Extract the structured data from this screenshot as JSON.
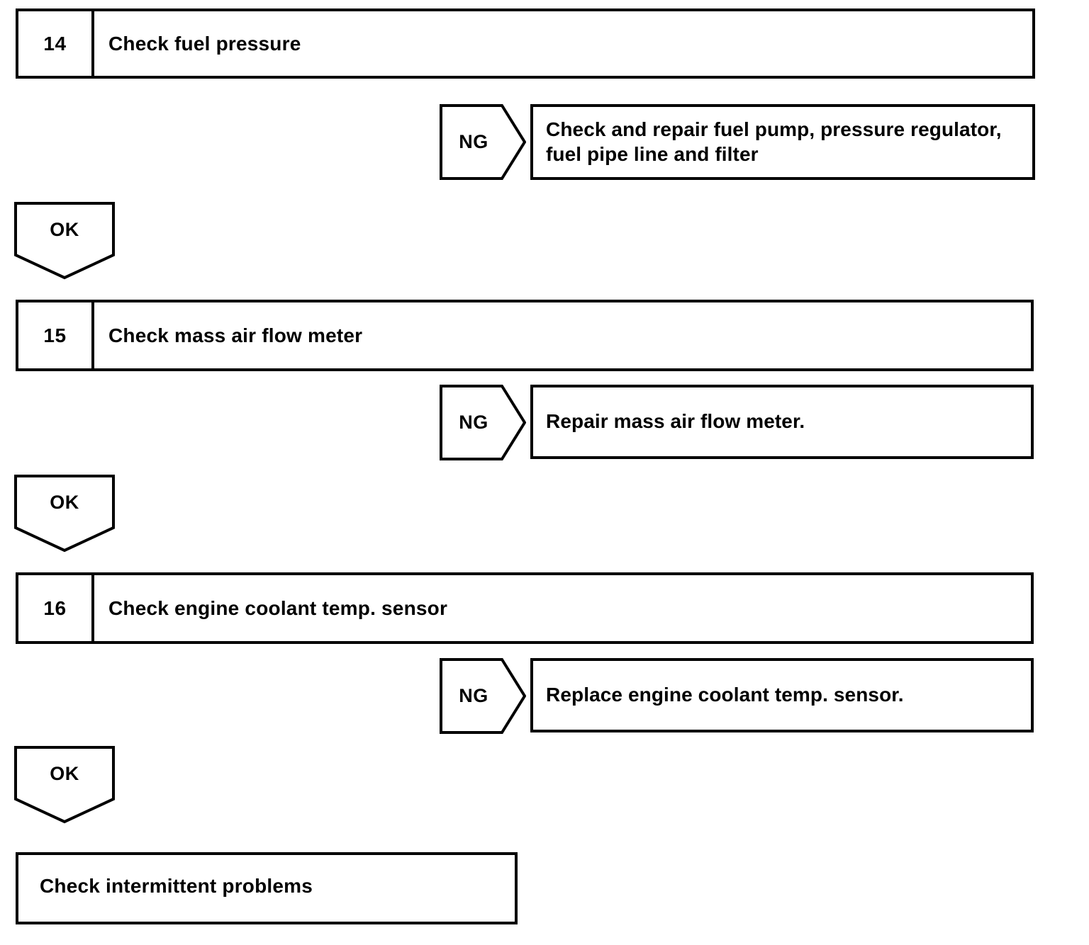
{
  "document": {
    "type": "diagnostic-flowchart",
    "title": "Engine diagnostic troubleshooting flow (steps 14-16)"
  },
  "steps": [
    {
      "number": "14",
      "label": "Check fuel pressure",
      "ng_tag": "NG",
      "ng_result": "Check and repair fuel pump, pressure regulator,\nfuel pipe line and filter",
      "ok_tag": "OK"
    },
    {
      "number": "15",
      "label": "Check mass air flow meter",
      "ng_tag": "NG",
      "ng_result": "Repair mass air flow meter.",
      "ok_tag": "OK"
    },
    {
      "number": "16",
      "label": "Check engine coolant temp. sensor",
      "ng_tag": "NG",
      "ng_result": "Replace engine coolant temp. sensor.",
      "ok_tag": "OK"
    }
  ],
  "final": {
    "label": "Check intermittent problems"
  },
  "colors": {
    "stroke": "#000000",
    "background": "#ffffff",
    "text": "#000000"
  }
}
